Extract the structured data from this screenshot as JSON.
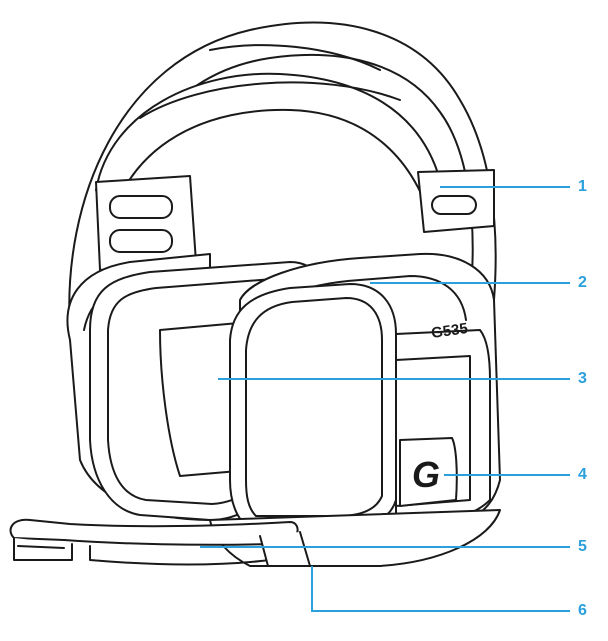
{
  "figure": {
    "model_text": "G535",
    "logo_glyph": "G",
    "accent_color": "#2aa0dc",
    "line_color": "#1a1a1a",
    "fill_color": "#ffffff"
  },
  "callouts": [
    {
      "number": "1"
    },
    {
      "number": "2"
    },
    {
      "number": "3"
    },
    {
      "number": "4"
    },
    {
      "number": "5"
    },
    {
      "number": "6"
    }
  ]
}
